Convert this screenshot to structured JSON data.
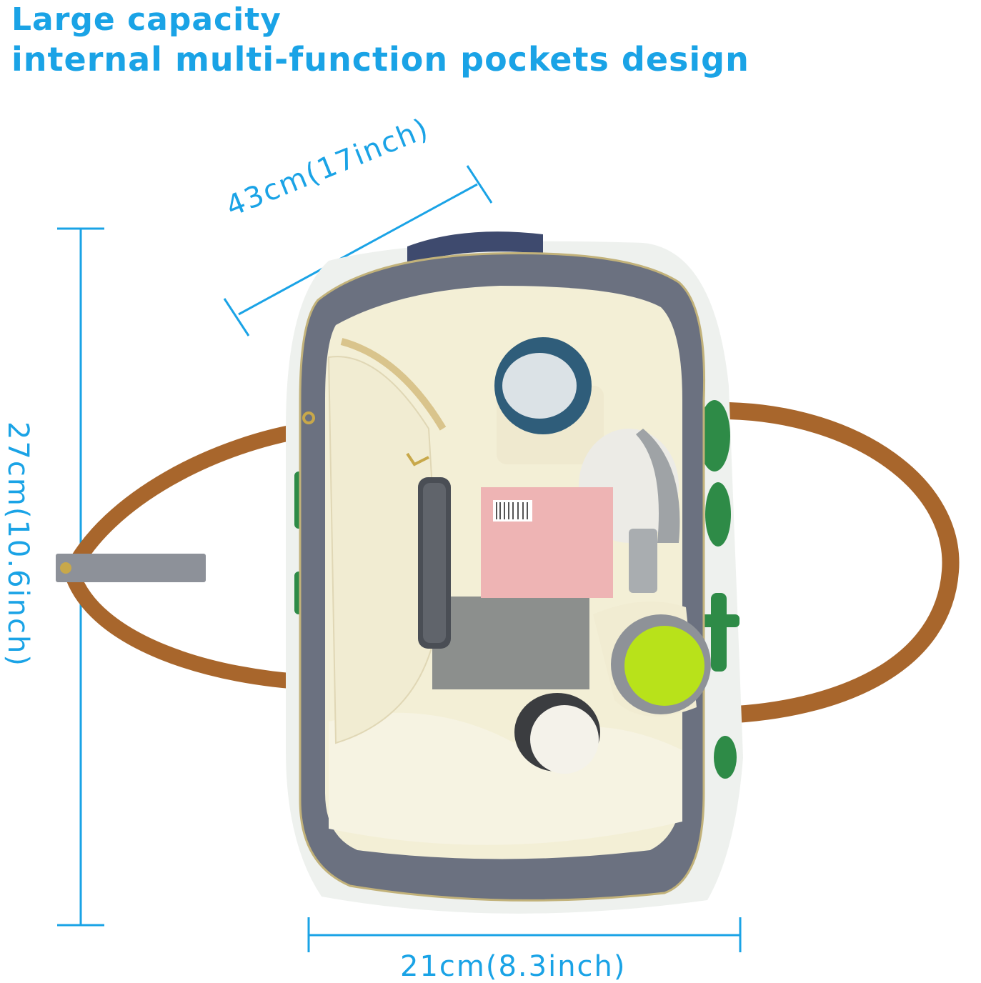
{
  "headline": {
    "line1": "Large capacity",
    "line2": "internal multi-function pockets design"
  },
  "dimensions": {
    "depth_label": "43cm(17inch)",
    "height_label": "27cm(10.6inch)",
    "width_label": "21cm(8.3inch)"
  },
  "product": {
    "name": "Diaper bag backpack (open, top view)",
    "print": "cactus pattern",
    "contents": [
      "baby bottle",
      "nursing cover case",
      "tissue pack",
      "phone",
      "green bottle",
      "bottle in insulated pocket"
    ]
  },
  "colors": {
    "accent": "#1aa3e6",
    "lining": "#f3efd6",
    "trim_gray": "#6b7180",
    "strap_brown": "#a8662c",
    "cactus_green": "#2e8b47"
  }
}
